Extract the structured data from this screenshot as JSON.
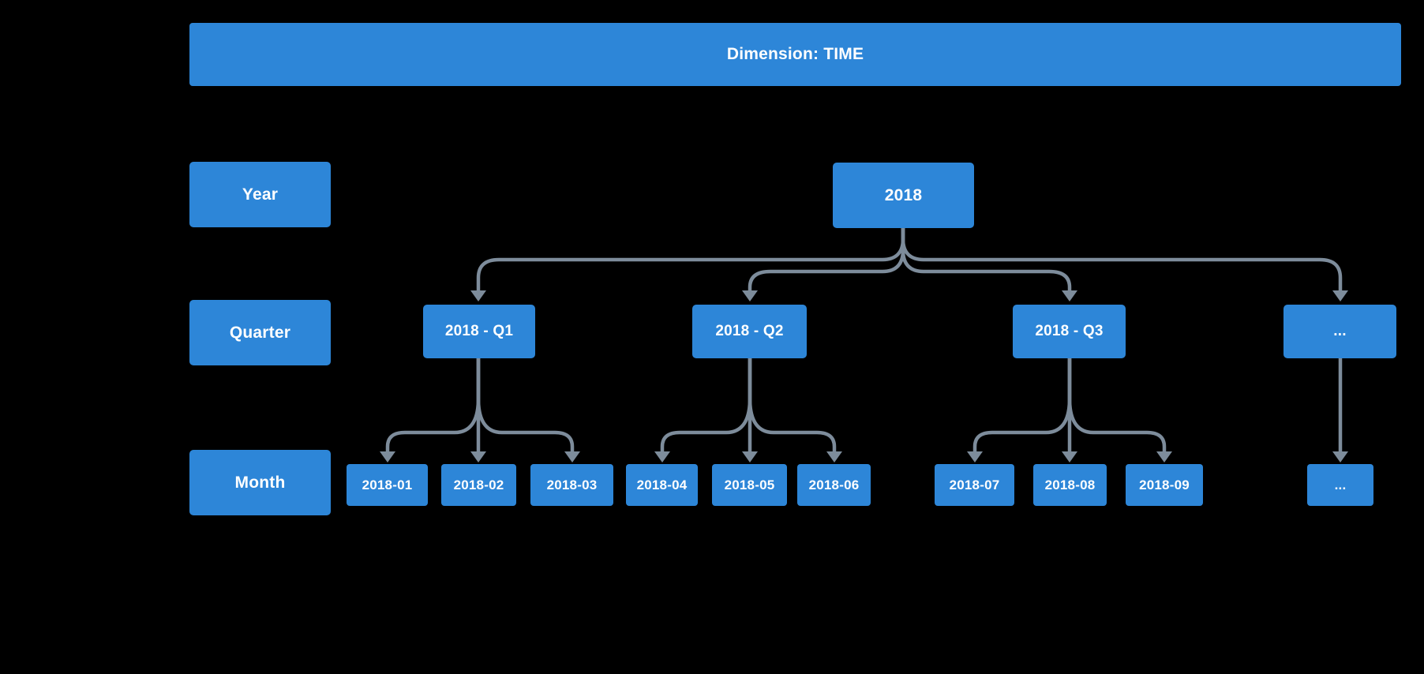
{
  "colors": {
    "node_fill": "#2D86D8",
    "node_text": "#FFFFFF",
    "connector": "#7D8C9B",
    "background": "#000000"
  },
  "header": {
    "title": "Dimension: TIME"
  },
  "levels": {
    "year": "Year",
    "quarter": "Quarter",
    "month": "Month"
  },
  "nodes": {
    "year": "2018",
    "quarters": [
      "2018 - Q1",
      "2018 - Q2",
      "2018 - Q3",
      "..."
    ],
    "months": [
      "2018-01",
      "2018-02",
      "2018-03",
      "2018-04",
      "2018-05",
      "2018-06",
      "2018-07",
      "2018-08",
      "2018-09",
      "..."
    ]
  }
}
